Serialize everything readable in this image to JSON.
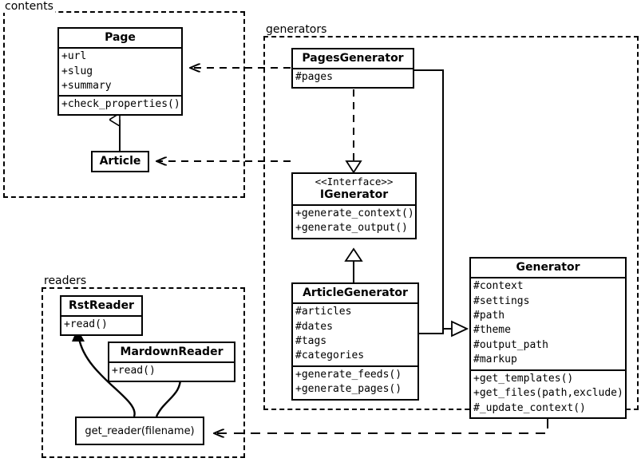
{
  "diagram": {
    "title": "UML class diagram",
    "stroke_color": "#000000",
    "background_color": "#ffffff"
  },
  "packages": [
    {
      "name": "contents",
      "label": "contents"
    },
    {
      "name": "generators",
      "label": "generators"
    },
    {
      "name": "readers",
      "label": "readers"
    }
  ],
  "classes": {
    "page": {
      "name": "Page",
      "attributes": [
        "+url",
        "+slug",
        "+summary"
      ],
      "operations": [
        "+check_properties()"
      ]
    },
    "article": {
      "name": "Article",
      "attributes": [],
      "operations": []
    },
    "pages_generator": {
      "name": "PagesGenerator",
      "attributes": [
        "#pages"
      ],
      "operations": []
    },
    "igenerator": {
      "stereotype": "<<Interface>>",
      "name": "IGenerator",
      "attributes": [],
      "operations": [
        "+generate_context()",
        "+generate_output()"
      ]
    },
    "article_generator": {
      "name": "ArticleGenerator",
      "attributes": [
        "#articles",
        "#dates",
        "#tags",
        "#categories"
      ],
      "operations": [
        "+generate_feeds()",
        "+generate_pages()"
      ]
    },
    "generator": {
      "name": "Generator",
      "attributes": [
        "#context",
        "#settings",
        "#path",
        "#theme",
        "#output_path",
        "#markup"
      ],
      "operations": [
        "+get_templates()",
        "+get_files(path,exclude)",
        "#_update_context()"
      ]
    },
    "rst_reader": {
      "name": "RstReader",
      "attributes": [],
      "operations": [
        "+read()"
      ]
    },
    "mardown_reader": {
      "name": "MardownReader",
      "attributes": [],
      "operations": [
        "+read()"
      ]
    },
    "get_reader": {
      "name": "get_reader(filename)"
    }
  },
  "relationships": [
    {
      "name": "article-inherits-page",
      "from": "Article",
      "to": "Page",
      "type": "generalization"
    },
    {
      "name": "pagesgenerator-uses-page",
      "from": "PagesGenerator",
      "to": "Page",
      "type": "dependency"
    },
    {
      "name": "articlegenerator-uses-article",
      "from": "ArticleGenerator",
      "to": "Article",
      "type": "dependency"
    },
    {
      "name": "pagesgenerator-realizes-igenerator",
      "from": "PagesGenerator",
      "to": "IGenerator",
      "type": "realization"
    },
    {
      "name": "articlegenerator-implements-igenerator",
      "from": "ArticleGenerator",
      "to": "IGenerator",
      "type": "generalization"
    },
    {
      "name": "pagesgenerator-to-generator",
      "from": "PagesGenerator",
      "to": "Generator",
      "type": "generalization"
    },
    {
      "name": "articlegenerator-to-generator",
      "from": "ArticleGenerator",
      "to": "Generator",
      "type": "generalization"
    },
    {
      "name": "generator-uses-get-reader",
      "from": "Generator",
      "to": "get_reader(filename)",
      "type": "dependency"
    },
    {
      "name": "get-reader-creates-rstreader",
      "from": "get_reader(filename)",
      "to": "RstReader",
      "type": "create"
    },
    {
      "name": "get-reader-creates-mardownreader",
      "from": "get_reader(filename)",
      "to": "MardownReader",
      "type": "create"
    }
  ]
}
